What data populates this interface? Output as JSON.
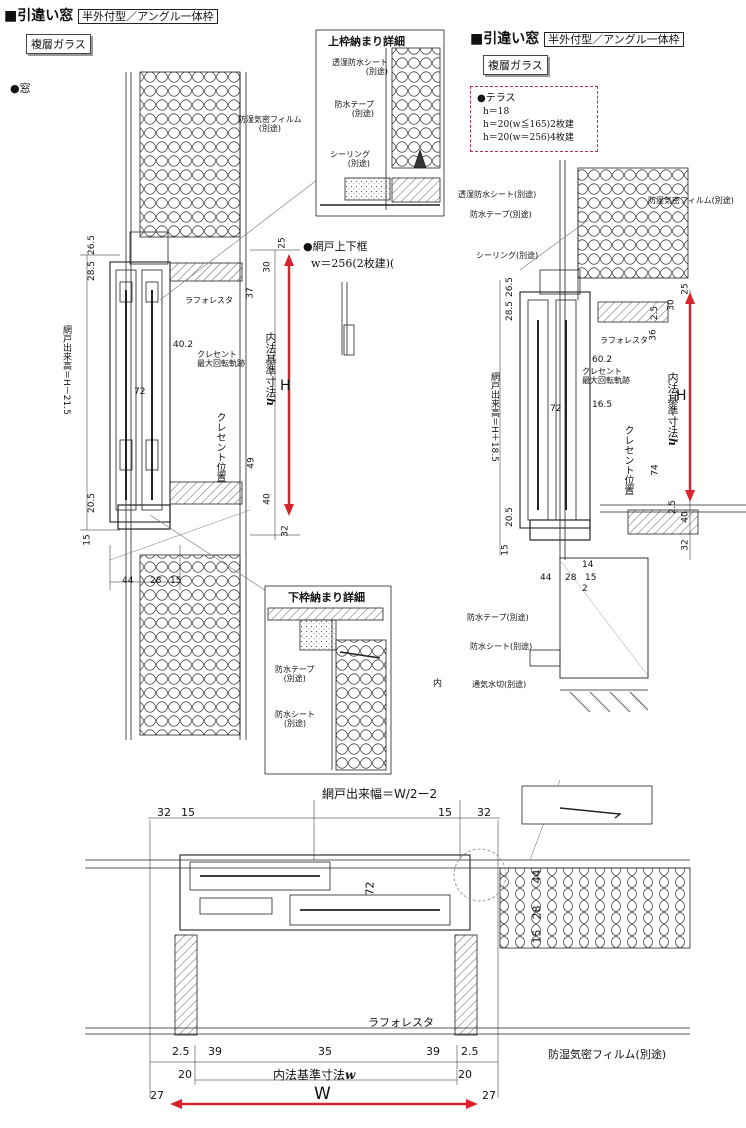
{
  "left": {
    "title": "■引違い窓",
    "tag": "半外付型／アングル一体枠",
    "glass": "複層ガラス",
    "window_label": "●窓",
    "top_detail_title": "上枠納まり詳細",
    "top_detail_labels": [
      "透湿防水シート",
      "(別途)",
      "防水テープ",
      "(別途)",
      "シーリング",
      "(別途)"
    ],
    "labels": {
      "moisture_film": "防湿気密フィルム",
      "moisture_film_note": "(別途)",
      "lafore": "ラフォレスタ",
      "crescent_a": "クレセント",
      "crescent_b": "最大回転軌跡",
      "crescent_pos": "クレセント位置",
      "inner_std": "内法基準寸法",
      "inner_h": "h",
      "screen_height": "網戸出来高＝H－21.5",
      "H": "H"
    },
    "dims": {
      "d26_5": "26.5",
      "d28_5": "28.5",
      "d25": "25",
      "d30": "30",
      "d37": "37",
      "d40_2": "40.2",
      "d72": "72",
      "d49": "49",
      "d40": "40",
      "d20_5": "20.5",
      "d15": "15",
      "d32": "32",
      "d44": "44",
      "d28": "28",
      "d15b": "15"
    },
    "screen_frame_title": "●網戸上下框",
    "screen_frame_w": "w＝256(2枚建)(",
    "bottom_detail_title": "下枠納まり詳細",
    "bottom_detail_labels": [
      "防水テープ",
      "(別途)",
      "防水シート",
      "(別途)"
    ],
    "naibu": "内"
  },
  "right": {
    "title": "■引違い窓",
    "tag": "半外付型／アングル一体枠",
    "glass": "複層ガラス",
    "terrace_title": "●テラス",
    "terrace_lines": [
      "h＝18",
      "h＝20(w≦165)2枚建",
      "h＝20(w＝256)4枚建"
    ],
    "labels": {
      "breathable_sheet": "透湿防水シート(別途)",
      "waterproof_tape": "防水テープ(別途)",
      "sealing": "シーリング(別途)",
      "moisture_film": "防湿気密フィルム(別途)",
      "lafore": "ラフォレスタ",
      "crescent_a": "クレセント",
      "crescent_b": "最大回転軌跡",
      "crescent_pos": "クレセント位置",
      "inner_std": "内法基準寸法",
      "inner_h": "h",
      "screen_height": "網戸出来高＝H＋18.5",
      "H": "H",
      "waterproof_tape2": "防水テープ(別途)",
      "waterproof_sheet": "防水シート(別途)",
      "vent_cut": "通気水切(別途)"
    },
    "dims": {
      "d26_5": "26.5",
      "d28_5": "28.5",
      "d25": "25",
      "d30": "30",
      "d2_5": "2.5",
      "d36": "36",
      "d60_2": "60.2",
      "d72": "72",
      "d16_5": "16.5",
      "d74": "74",
      "d2_5b": "2.5",
      "d40": "40",
      "d32": "32",
      "d20_5": "20.5",
      "d15": "15",
      "d44": "44",
      "d28": "28",
      "d15b": "15",
      "d14": "14",
      "d2": "2"
    }
  },
  "plan": {
    "screen_width": "網戸出来幅＝W/2ー2",
    "dims_top_left": [
      "32",
      "15"
    ],
    "dims_top_right": [
      "15",
      "32"
    ],
    "d44": "44",
    "d28": "28",
    "d15": "15",
    "d72": "72",
    "bottom_dims": [
      "2.5",
      "39",
      "35",
      "39",
      "2.5"
    ],
    "d20_left": "20",
    "d20_right": "20",
    "inner_std": "内法基準寸法",
    "inner_w": "w",
    "d27_left": "27",
    "d27_right": "27",
    "W": "W",
    "lafore": "ラフォレスタ",
    "moisture_film": "防湿気密フィルム(別途)"
  },
  "colors": {
    "accent_red": "#d9222a",
    "line": "#222222",
    "terrace_border": "#b03060"
  }
}
